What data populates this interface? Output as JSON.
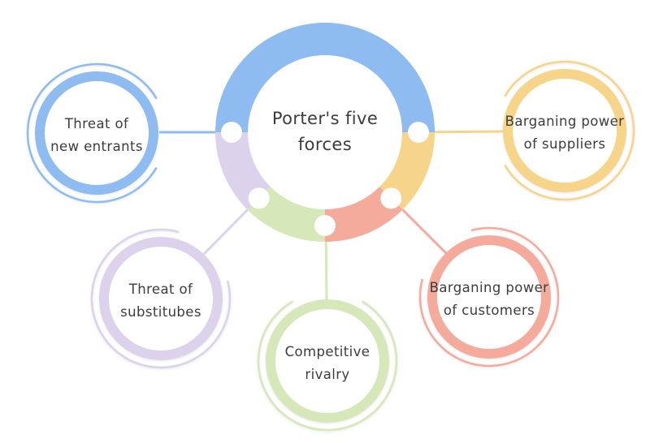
{
  "diagram": {
    "title_lines": [
      "Porter's five",
      "forces"
    ],
    "text_color": "#3c3c3c",
    "background_color": "#ffffff",
    "dot_color": "#ffffff",
    "forces": [
      {
        "id": "threat-of-new-entrants",
        "label_lines": [
          "Threat of",
          "new entrants"
        ],
        "color": "#8ebcf0"
      },
      {
        "id": "bargaining-power-of-suppliers",
        "label_lines": [
          "Barganing power",
          "of suppliers"
        ],
        "color": "#f6d48a"
      },
      {
        "id": "bargaining-power-of-customers",
        "label_lines": [
          "Barganing power",
          "of customers"
        ],
        "color": "#f5ab9b"
      },
      {
        "id": "competitive-rivalry",
        "label_lines": [
          "Competitive",
          "rivalry"
        ],
        "color": "#d6e8ba"
      },
      {
        "id": "threat-of-substitutes",
        "label_lines": [
          "Threat of",
          "substitubes"
        ],
        "color": "#dcd2ec"
      }
    ]
  }
}
